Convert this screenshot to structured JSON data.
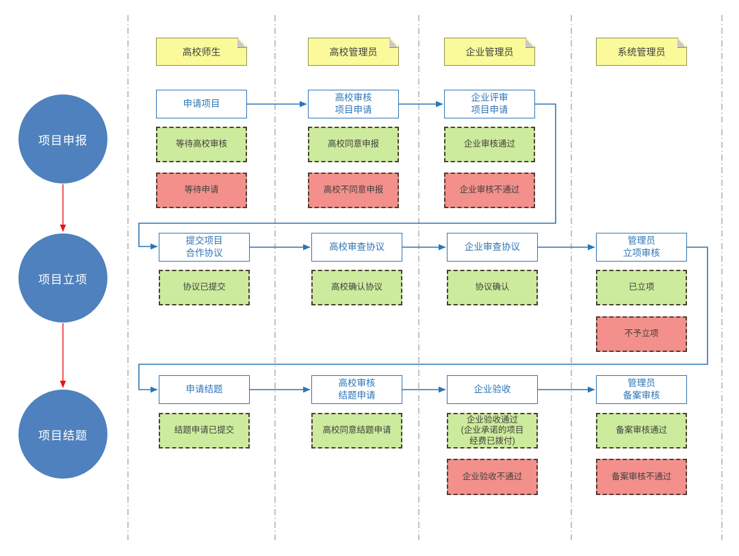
{
  "colors": {
    "accent": "#2e75b6",
    "circle_fill": "#4e81bd",
    "note_fill": "#fafa9b",
    "note_border": "#8f8f5a",
    "note_fold": "#c9c9c9",
    "green_fill": "#cdeb9c",
    "red_fill": "#f3908b",
    "status_border": "#4a3f38",
    "status_text": "#3f3f3f",
    "lane_line": "#a8a8a8",
    "flow_red": "#e81417"
  },
  "phases": [
    {
      "label": "项目申报"
    },
    {
      "label": "项目立项"
    },
    {
      "label": "项目结题"
    }
  ],
  "lanes": [
    {
      "header": "高校师生"
    },
    {
      "header": "高校管理员"
    },
    {
      "header": "企业管理员"
    },
    {
      "header": "系统管理员"
    }
  ],
  "rows": [
    {
      "steps": [
        {
          "label": "申请项目"
        },
        {
          "label": "高校审核\n项目申请"
        },
        {
          "label": "企业评审\n项目申请"
        }
      ],
      "statuses": [
        {
          "label": "等待高校审核"
        },
        {
          "label": "等待申请"
        },
        {
          "label": "高校同意申报"
        },
        {
          "label": "高校不同意申报"
        },
        {
          "label": "企业审核通过"
        },
        {
          "label": "企业审核不通过"
        }
      ]
    },
    {
      "steps": [
        {
          "label": "提交项目\n合作协议"
        },
        {
          "label": "高校审查协议"
        },
        {
          "label": "企业审查协议"
        },
        {
          "label": "管理员\n立项审核"
        }
      ],
      "statuses": [
        {
          "label": "协议已提交"
        },
        {
          "label": "高校确认协议"
        },
        {
          "label": "协议确认"
        },
        {
          "label": "已立项"
        },
        {
          "label": "不予立项"
        }
      ]
    },
    {
      "steps": [
        {
          "label": "申请结题"
        },
        {
          "label": "高校审核\n结题申请"
        },
        {
          "label": "企业验收"
        },
        {
          "label": "管理员\n备案审核"
        }
      ],
      "statuses": [
        {
          "label": "结题申请已提交"
        },
        {
          "label": "高校同意结题申请"
        },
        {
          "label": "企业验收通过\n(企业承诺的项目\n经费已拨付)"
        },
        {
          "label": "企业验收不通过"
        },
        {
          "label": "备案审核通过"
        },
        {
          "label": "备案审核不通过"
        }
      ]
    }
  ]
}
